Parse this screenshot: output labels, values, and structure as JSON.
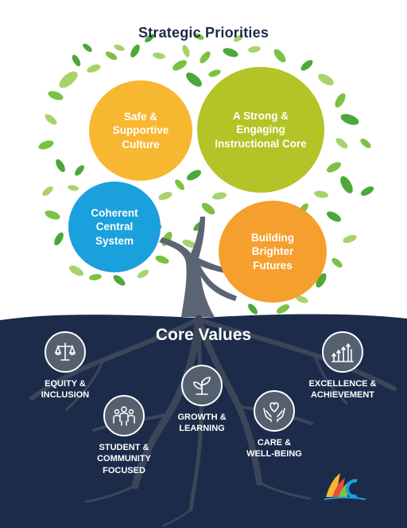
{
  "title": "Strategic Priorities",
  "priorities": [
    {
      "label": "Safe &\nSupportive\nCulture",
      "color": "#f7b731"
    },
    {
      "label": "A Strong &\nEngaging\nInstructional Core",
      "color": "#b4c326"
    },
    {
      "label": "Coherent\nCentral\nSystem",
      "color": "#1aa0dc"
    },
    {
      "label": "Building\nBrighter\nFutures",
      "color": "#f5a02e"
    }
  ],
  "core_values": {
    "title": "Core Values",
    "items": [
      {
        "label": "EQUITY &\nINCLUSION",
        "icon": "scales-of-justice-icon"
      },
      {
        "label": "STUDENT &\nCOMMUNITY\nFOCUSED",
        "icon": "community-people-icon"
      },
      {
        "label": "GROWTH &\nLEARNING",
        "icon": "sprouting-plant-icon"
      },
      {
        "label": "CARE &\nWELL-BEING",
        "icon": "heart-in-hands-icon"
      },
      {
        "label": "EXCELLENCE &\nACHIEVEMENT",
        "icon": "rising-bars-arrows-icon"
      }
    ]
  },
  "colors": {
    "title_text": "#1c2b4a",
    "ground": "#1c2b4a",
    "trunk": "#5b6472",
    "leaf_light": "#a8d36b",
    "leaf_mid": "#7cc242",
    "leaf_dark": "#4ca83a"
  }
}
